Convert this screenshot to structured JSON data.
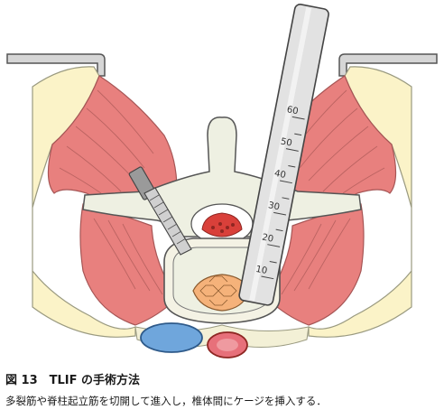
{
  "figure": {
    "gauge_marks": [
      "10",
      "20",
      "30",
      "40",
      "50",
      "60"
    ]
  },
  "caption": {
    "title": "図 13　TLIF の手術方法",
    "text": "多裂筋や脊柱起立筋を切開して進入し，椎体間にケージを挿入する．"
  },
  "colors": {
    "muscle": "#e8807e",
    "fat": "#fbf3c8",
    "bone": "#eef0e2",
    "outline": "#555555",
    "artery": "#e7707a",
    "vein": "#6fa6dc",
    "cage": "#f5b27a",
    "instrument": "#d9d9d9"
  }
}
